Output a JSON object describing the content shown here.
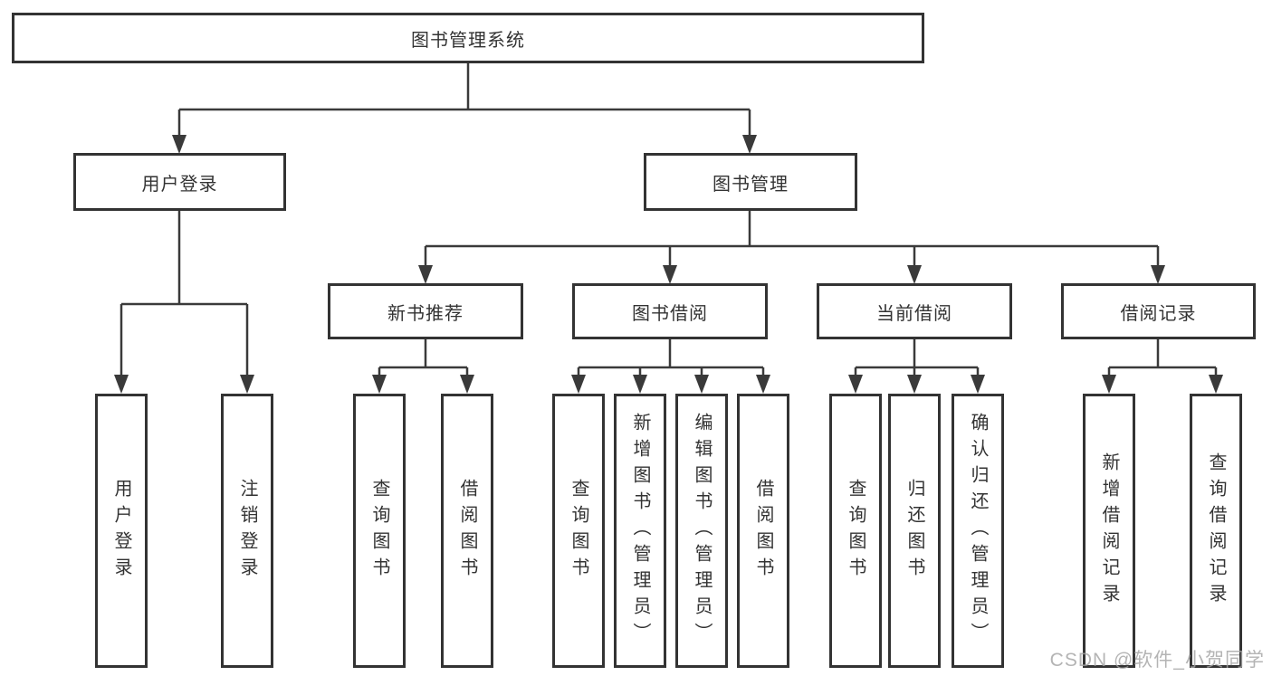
{
  "diagram": {
    "root": {
      "label": "图书管理系统"
    },
    "branches": [
      {
        "label": "用户登录",
        "children": [
          {
            "label": "用户登录"
          },
          {
            "label": "注销登录"
          }
        ]
      },
      {
        "label": "图书管理",
        "children": [
          {
            "label": "新书推荐",
            "children": [
              {
                "label": "查询图书"
              },
              {
                "label": "借阅图书"
              }
            ]
          },
          {
            "label": "图书借阅",
            "children": [
              {
                "label": "查询图书"
              },
              {
                "label": "新增图书（管理员）"
              },
              {
                "label": "编辑图书（管理员）"
              },
              {
                "label": "借阅图书"
              }
            ]
          },
          {
            "label": "当前借阅",
            "children": [
              {
                "label": "查询图书"
              },
              {
                "label": "归还图书"
              },
              {
                "label": "确认归还（管理员）"
              }
            ]
          },
          {
            "label": "借阅记录",
            "children": [
              {
                "label": "新增借阅记录"
              },
              {
                "label": "查询借阅记录"
              }
            ]
          }
        ]
      }
    ],
    "watermark": "CSDN @软件_小贺同学",
    "colors": {
      "line": "#3a3a3a",
      "box_border": "#333333",
      "box_fill": "#ffffff",
      "text": "#333333",
      "watermark": "#a4a4a4"
    }
  }
}
